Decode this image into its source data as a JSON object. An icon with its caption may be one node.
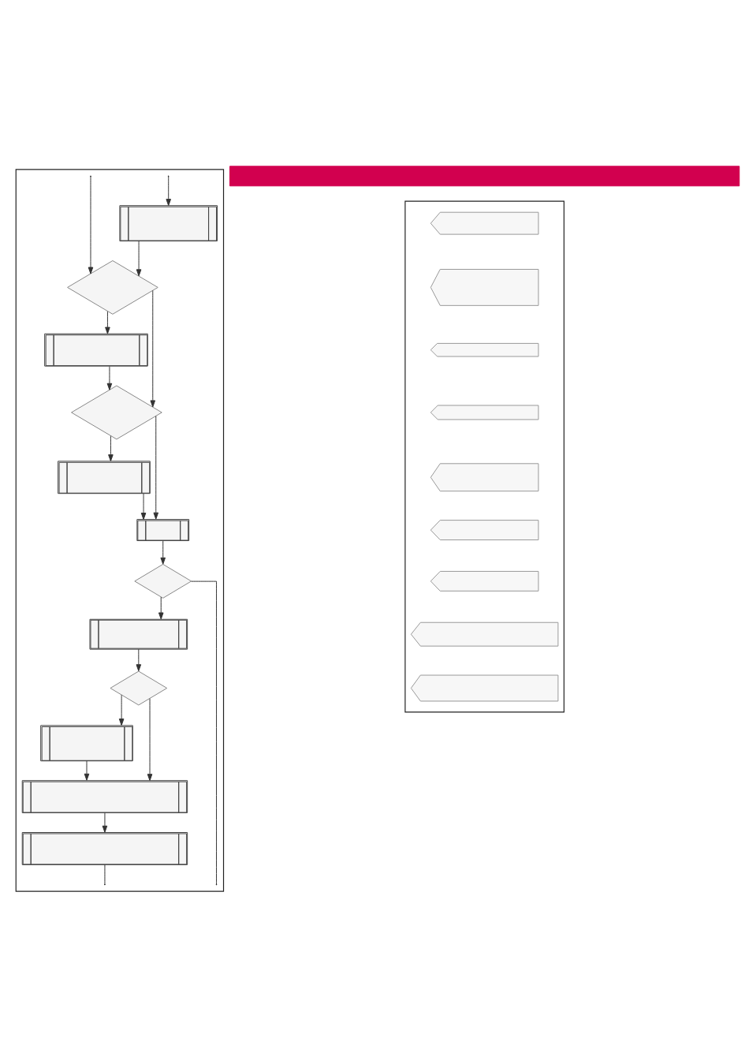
{
  "diagram": {
    "nodes": [
      {
        "text": [],
        "shape": "bar"
      },
      {
        "text": [],
        "shape": "box"
      },
      {
        "text": [],
        "shape": "box",
        "in": 1
      },
      {
        "text": [],
        "shape": "diamond",
        "in": 1
      },
      {
        "text": [],
        "shape": "box",
        "in": 1
      },
      {
        "text": [],
        "shape": "diamond",
        "in": 1
      },
      {
        "text": [],
        "shape": "box",
        "in": 1
      },
      {
        "text": [],
        "shape": "box",
        "in": 1
      },
      {
        "text": [],
        "shape": "diamond",
        "in": 1
      },
      {
        "text": [],
        "shape": "box",
        "in": 1
      },
      {
        "text": [],
        "shape": "diamond",
        "in": 1
      },
      {
        "text": [],
        "shape": "box",
        "in": 1
      },
      {
        "text": [],
        "shape": "box",
        "in": 1
      },
      {
        "text": [],
        "shape": "box",
        "in": 1
      },
      {
        "text": [],
        "shape": "box"
      },
      {
        "text": [],
        "shape": "callout",
        "in": 14
      },
      {
        "text": [],
        "shape": "callout",
        "in": 14
      },
      {
        "text": [],
        "shape": "callout",
        "in": 14
      },
      {
        "text": [],
        "shape": "callout",
        "in": 14
      },
      {
        "text": [],
        "shape": "callout",
        "in": 14
      },
      {
        "text": [],
        "shape": "callout",
        "in": 14
      },
      {
        "text": [],
        "shape": "callout",
        "in": 14
      },
      {
        "text": [],
        "shape": "callout",
        "in": 14
      },
      {
        "text": [],
        "shape": "callout",
        "in": 14
      }
    ],
    "edges": [
      {
        "from": 1,
        "to": 2,
        "arrow": "to"
      },
      {
        "from": 1,
        "to": 3,
        "arrow": "to"
      },
      {
        "from": 2,
        "to": 3,
        "arrow": "to"
      },
      {
        "from": 3,
        "to": 4,
        "arrow": "to"
      },
      {
        "from": 3,
        "to": 5,
        "arrow": "to"
      },
      {
        "from": 4,
        "to": 5,
        "arrow": "to"
      },
      {
        "from": 5,
        "to": 6,
        "arrow": "to"
      },
      {
        "from": 5,
        "to": 7,
        "arrow": "to"
      },
      {
        "from": 6,
        "to": 7,
        "arrow": "to"
      },
      {
        "from": 7,
        "to": 8,
        "arrow": "to"
      },
      {
        "from": 8,
        "to": 9,
        "arrow": "to"
      },
      {
        "from": 8,
        "to": 1,
        "arrow": "none"
      },
      {
        "from": 9,
        "to": 10,
        "arrow": "to"
      },
      {
        "from": 10,
        "to": 11,
        "arrow": "to"
      },
      {
        "from": 10,
        "to": 12,
        "arrow": "to"
      },
      {
        "from": 11,
        "to": 12,
        "arrow": "to"
      },
      {
        "from": 12,
        "to": 13,
        "arrow": "to"
      },
      {
        "from": 13,
        "to": 1,
        "arrow": "none"
      }
    ]
  }
}
